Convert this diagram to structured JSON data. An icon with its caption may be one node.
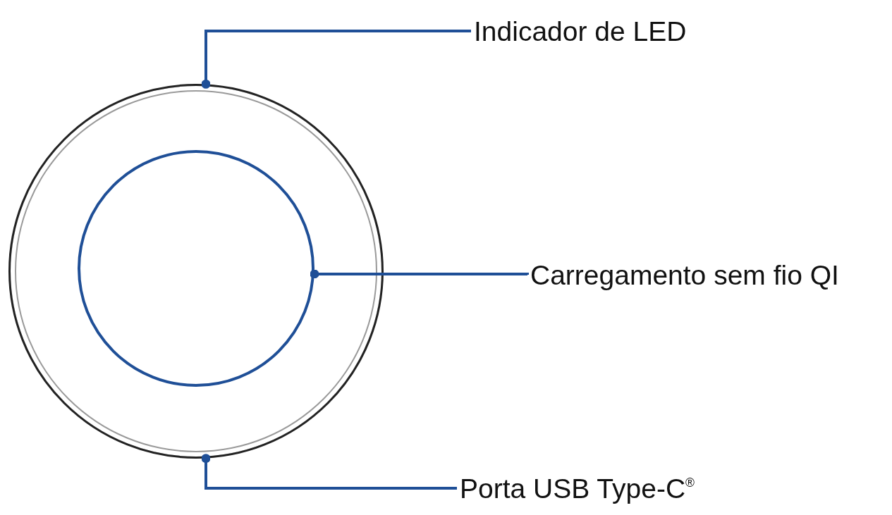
{
  "diagram": {
    "nodes": [
      {
        "text": [
          "Indicador de LED"
        ]
      },
      {
        "text": [
          "Carregamento sem fio QI"
        ]
      },
      {
        "text": [
          "Porta USB Type-C$^{®}$"
        ]
      },
      {
        "text": [],
        "shape": "circle"
      },
      {
        "text": [],
        "shape": "circle",
        "in": 3
      }
    ],
    "edges": [
      {
        "from": 0,
        "to": 3,
        "arrow": "other"
      },
      {
        "from": 1,
        "to": 4,
        "arrow": "other"
      },
      {
        "from": 2,
        "to": 3,
        "arrow": "other"
      }
    ]
  }
}
